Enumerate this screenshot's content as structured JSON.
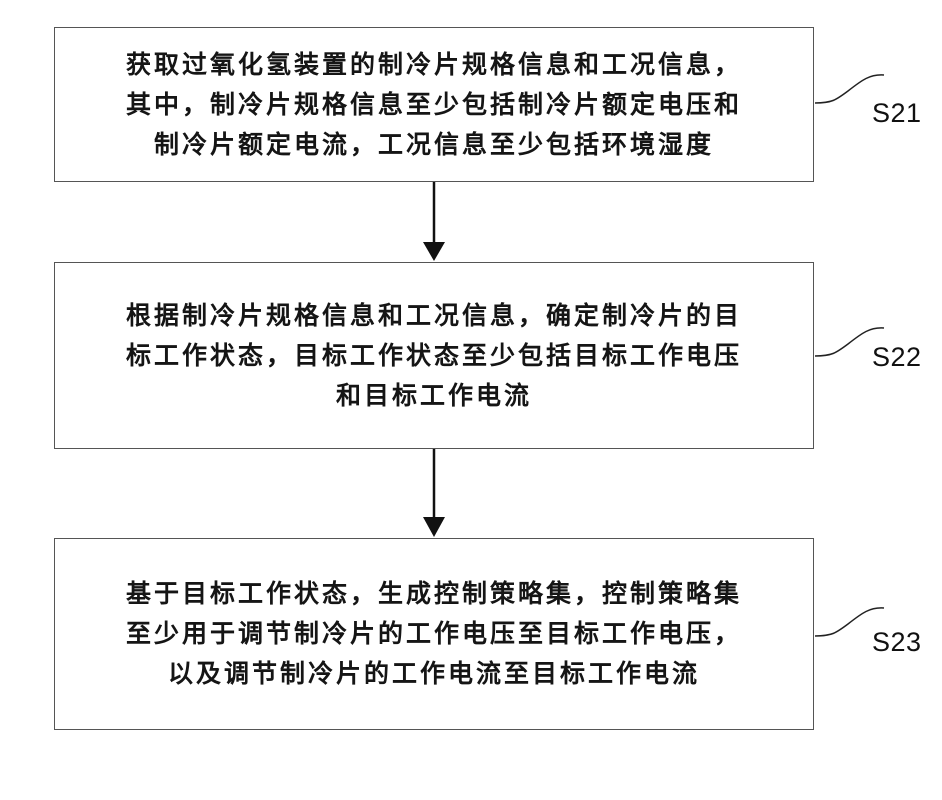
{
  "steps": [
    {
      "id": "S21",
      "lines": [
        "获取过氧化氢装置的制冷片规格信息和工况信息，",
        "其中，制冷片规格信息至少包括制冷片额定电压和",
        "制冷片额定电流，工况信息至少包括环境湿度"
      ]
    },
    {
      "id": "S22",
      "lines": [
        "根据制冷片规格信息和工况信息，确定制冷片的目",
        "标工作状态，目标工作状态至少包括目标工作电压",
        "和目标工作电流"
      ]
    },
    {
      "id": "S23",
      "lines": [
        "基于目标工作状态，生成控制策略集，控制策略集",
        "至少用于调节制冷片的工作电压至目标工作电压，",
        "以及调节制冷片的工作电流至目标工作电流"
      ]
    }
  ],
  "colors": {
    "box_border": "#555555",
    "arrow": "#111111",
    "text": "#151515"
  }
}
